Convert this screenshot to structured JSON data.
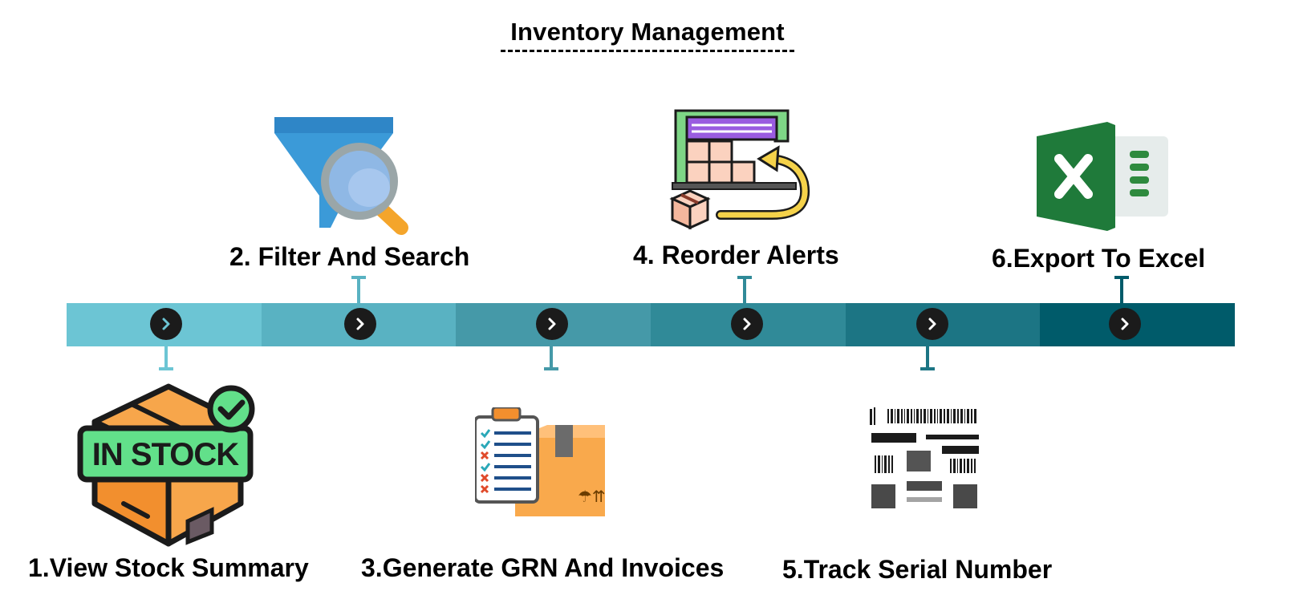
{
  "title": "Inventory Management",
  "colors": {
    "seg1": "#6cc5d4",
    "seg2": "#59b2c2",
    "seg3": "#4599a8",
    "seg4": "#308a98",
    "seg5": "#1c7584",
    "seg6": "#005b6a",
    "chevron_bg": "#1b1b1b"
  },
  "steps": [
    {
      "label": "1.View Stock Summary",
      "icon": "in-stock-box-icon",
      "badge": "IN STOCK"
    },
    {
      "label": "2. Filter And Search",
      "icon": "funnel-magnifier-icon"
    },
    {
      "label": "3.Generate GRN And Invoices",
      "icon": "checklist-box-icon"
    },
    {
      "label": "4. Reorder Alerts",
      "icon": "warehouse-reorder-icon"
    },
    {
      "label": "5.Track Serial Number",
      "icon": "barcode-labels-icon"
    },
    {
      "label": "6.Export To Excel",
      "icon": "excel-icon"
    }
  ]
}
